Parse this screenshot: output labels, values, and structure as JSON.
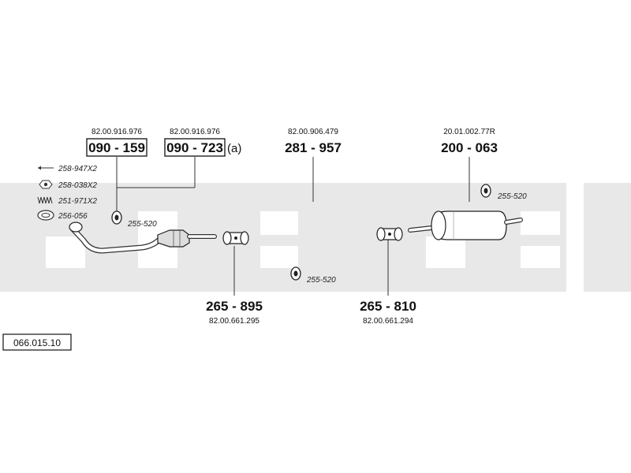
{
  "watermark": {
    "color": "#e8e8e8"
  },
  "diagram_code": "066.015.10",
  "top_parts": [
    {
      "ref": "82.00.916.976",
      "number": "090 - 159",
      "suffix": ""
    },
    {
      "ref": "82.00.916.976",
      "number": "090 - 723",
      "suffix": "(a)"
    },
    {
      "ref": "82.00.906.479",
      "number": "281 - 957",
      "suffix": ""
    },
    {
      "ref": "20.01.002.77R",
      "number": "200 - 063",
      "suffix": ""
    }
  ],
  "bottom_parts": [
    {
      "number": "265 - 895",
      "ref": "82.00.661.295"
    },
    {
      "number": "265 - 810",
      "ref": "82.00.661.294"
    }
  ],
  "accessories": [
    {
      "label": "258-947X2"
    },
    {
      "label": "258-038X2"
    },
    {
      "label": "251-971X2"
    },
    {
      "label": "256-056"
    }
  ],
  "hanger_labels": [
    "255-520",
    "255-520",
    "255-520"
  ]
}
